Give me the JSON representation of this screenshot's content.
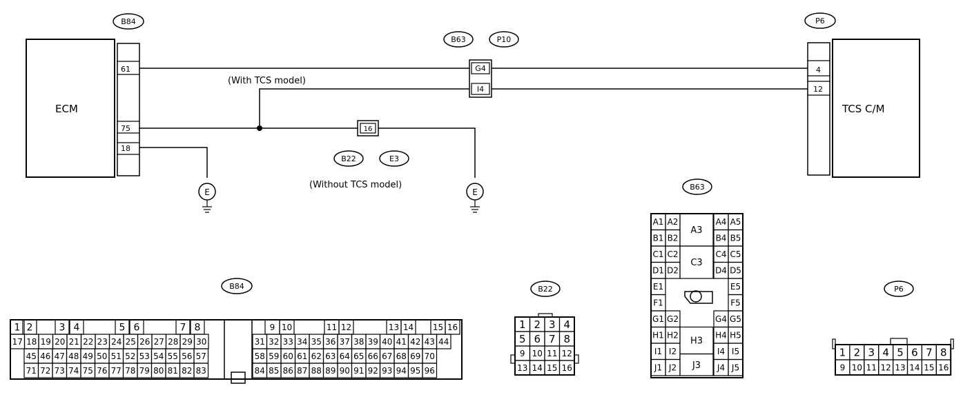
{
  "ecm": {
    "label": "ECM",
    "connector_id": "B84",
    "pins": [
      "61",
      "75",
      "18"
    ]
  },
  "tcs": {
    "label": "TCS C/M",
    "connector_id": "P6",
    "pins": [
      "4",
      "12"
    ]
  },
  "joint": {
    "ids": [
      "B63",
      "P10"
    ],
    "pins": [
      "G4",
      "I4"
    ]
  },
  "inline": {
    "ids": [
      "B22",
      "E3"
    ],
    "pin": "16"
  },
  "notes": {
    "with_tcs": "(With TCS model)",
    "without_tcs": "(Without TCS model)"
  },
  "ground_label": "E",
  "b84_face": {
    "id": "B84",
    "row1_left": [
      "1",
      "2",
      "3",
      "4",
      "5",
      "6",
      "7",
      "8"
    ],
    "row1_right": [
      "9",
      "10",
      "11",
      "12",
      "13",
      "14",
      "15",
      "16"
    ],
    "row2_left": [
      "17",
      "18",
      "19",
      "20",
      "21",
      "22",
      "23",
      "24",
      "25",
      "26",
      "27",
      "28",
      "29",
      "30"
    ],
    "row2_right": [
      "31",
      "32",
      "33",
      "34",
      "35",
      "36",
      "37",
      "38",
      "39",
      "40",
      "41",
      "42",
      "43",
      "44"
    ],
    "row3_left": [
      "45",
      "46",
      "47",
      "48",
      "49",
      "50",
      "51",
      "52",
      "53",
      "54",
      "55",
      "56",
      "57"
    ],
    "row3_right": [
      "58",
      "59",
      "60",
      "61",
      "62",
      "63",
      "64",
      "65",
      "66",
      "67",
      "68",
      "69",
      "70"
    ],
    "row4_left": [
      "71",
      "72",
      "73",
      "74",
      "75",
      "76",
      "77",
      "78",
      "79",
      "80",
      "81",
      "82",
      "83"
    ],
    "row4_right": [
      "84",
      "85",
      "86",
      "87",
      "88",
      "89",
      "90",
      "91",
      "92",
      "93",
      "94",
      "95",
      "96"
    ]
  },
  "b22_face": {
    "id": "B22",
    "rows": [
      [
        "1",
        "2",
        "3",
        "4"
      ],
      [
        "5",
        "6",
        "7",
        "8"
      ],
      [
        "9",
        "10",
        "11",
        "12"
      ],
      [
        "13",
        "14",
        "15",
        "16"
      ]
    ]
  },
  "b63_face": {
    "id": "B63",
    "left": [
      [
        "A1",
        "A2"
      ],
      [
        "B1",
        "B2"
      ],
      [
        "C1",
        "C2"
      ],
      [
        "D1",
        "D2"
      ],
      [
        "E1"
      ],
      [
        "F1"
      ],
      [
        "G1",
        "G2"
      ],
      [
        "H1",
        "H2"
      ],
      [
        "I1",
        "I2"
      ],
      [
        "J1",
        "J2"
      ]
    ],
    "right": [
      [
        "A4",
        "A5"
      ],
      [
        "B4",
        "B5"
      ],
      [
        "C4",
        "C5"
      ],
      [
        "D4",
        "D5"
      ],
      [
        "E5"
      ],
      [
        "F5"
      ],
      [
        "G4",
        "G5"
      ],
      [
        "H4",
        "H5"
      ],
      [
        "I4",
        "I5"
      ],
      [
        "J4",
        "J5"
      ]
    ],
    "center": [
      "A3",
      "C3",
      "H3",
      "J3"
    ]
  },
  "p6_face": {
    "id": "P6",
    "row1": [
      "1",
      "2",
      "3",
      "4",
      "5",
      "6",
      "7",
      "8"
    ],
    "row2": [
      "9",
      "10",
      "11",
      "12",
      "13",
      "14",
      "15",
      "16"
    ]
  }
}
